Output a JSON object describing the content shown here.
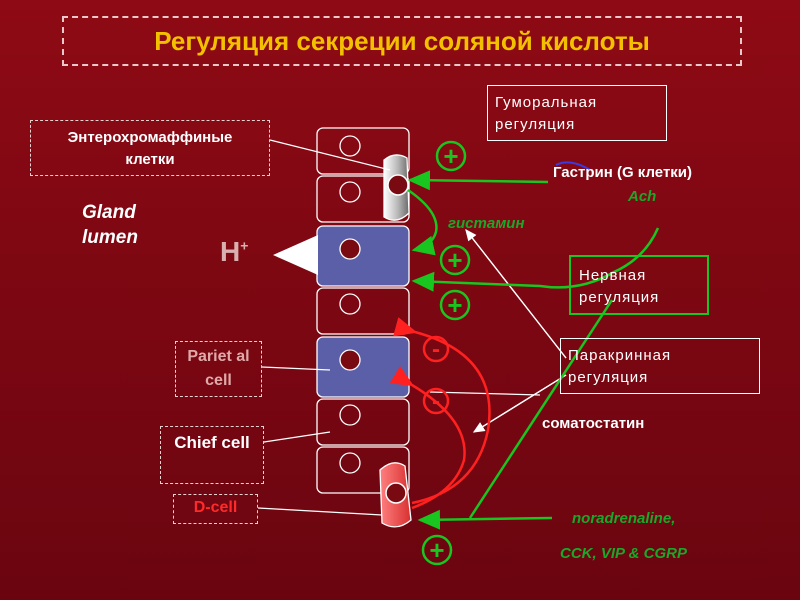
{
  "title": "Регуляция секреции соляной кислоты",
  "labels": {
    "enterochromaffin": "Энтерохромаффиные клетки",
    "gland_lumen": "Gland lumen",
    "h_plus": "H",
    "h_plus_sup": "+",
    "parietal": "Pariet al cell",
    "chief": "Chief cell",
    "d_cell": "D-cell",
    "humoral": "Гуморальная регуляция",
    "gastrin": "Гастрин (G клетки)",
    "ach": "Ach",
    "histamine": "гистамин",
    "nervous": "Нервная регуляция",
    "paracrine": "Паракринная регуляция",
    "somatostatin": "соматостатин",
    "noradrenaline": "noradrenaline,",
    "cck": "CCK, VIP & CGRP"
  },
  "signs": {
    "plus": "+",
    "minus": "-"
  },
  "colors": {
    "background": "#8e0a14",
    "title": "#f2c000",
    "stimulation": "#19c51f",
    "inhibition": "#ff2020",
    "parietal_cell": "#5a5fa8",
    "d_cell_fill": "#f05050",
    "d_cell_label": "#ff2a2a"
  }
}
